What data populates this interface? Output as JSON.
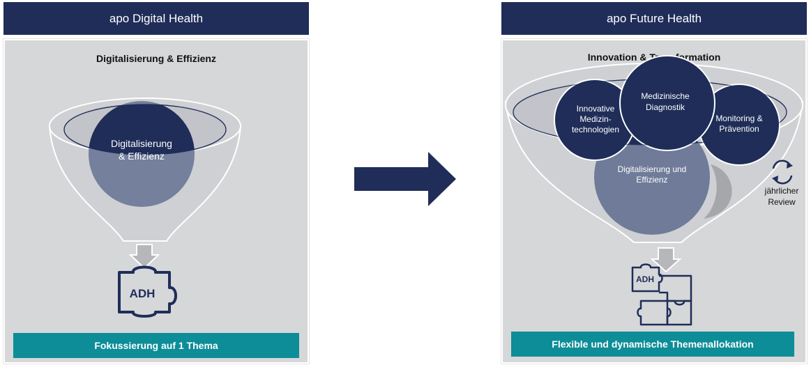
{
  "left": {
    "header": "apo Digital Health",
    "subtitle": "Digitalisierung & Effizienz",
    "funnel_circle": [
      "Digitalisierung",
      "& Effizienz"
    ],
    "puzzle_label": "ADH",
    "bottom_bar": "Fokussierung auf 1 Thema"
  },
  "right": {
    "header": "apo Future Health",
    "subtitle": "Innovation & Transformation",
    "circles": {
      "innovative": [
        "Innovative",
        "Medizin-",
        "technologien"
      ],
      "diagnostik": [
        "Medizinische",
        "Diagnostik"
      ],
      "monitoring": [
        "Monitoring &",
        "Prävention"
      ],
      "digitalisierung": [
        "Digitalisierung und",
        "Effizienz"
      ]
    },
    "review": [
      "jährlicher",
      "Review"
    ],
    "puzzle_label": "ADH",
    "bottom_bar": "Flexible und dynamische Themenallokation"
  },
  "colors": {
    "navy": "#1f2d58",
    "teal": "#0d8d98",
    "panel_gray": "#d6d7d9",
    "slate_circle": "#6f7b99"
  },
  "icons": [
    "refresh-icon",
    "puzzle-icon",
    "arrow-right-icon",
    "arrow-down-icon"
  ]
}
